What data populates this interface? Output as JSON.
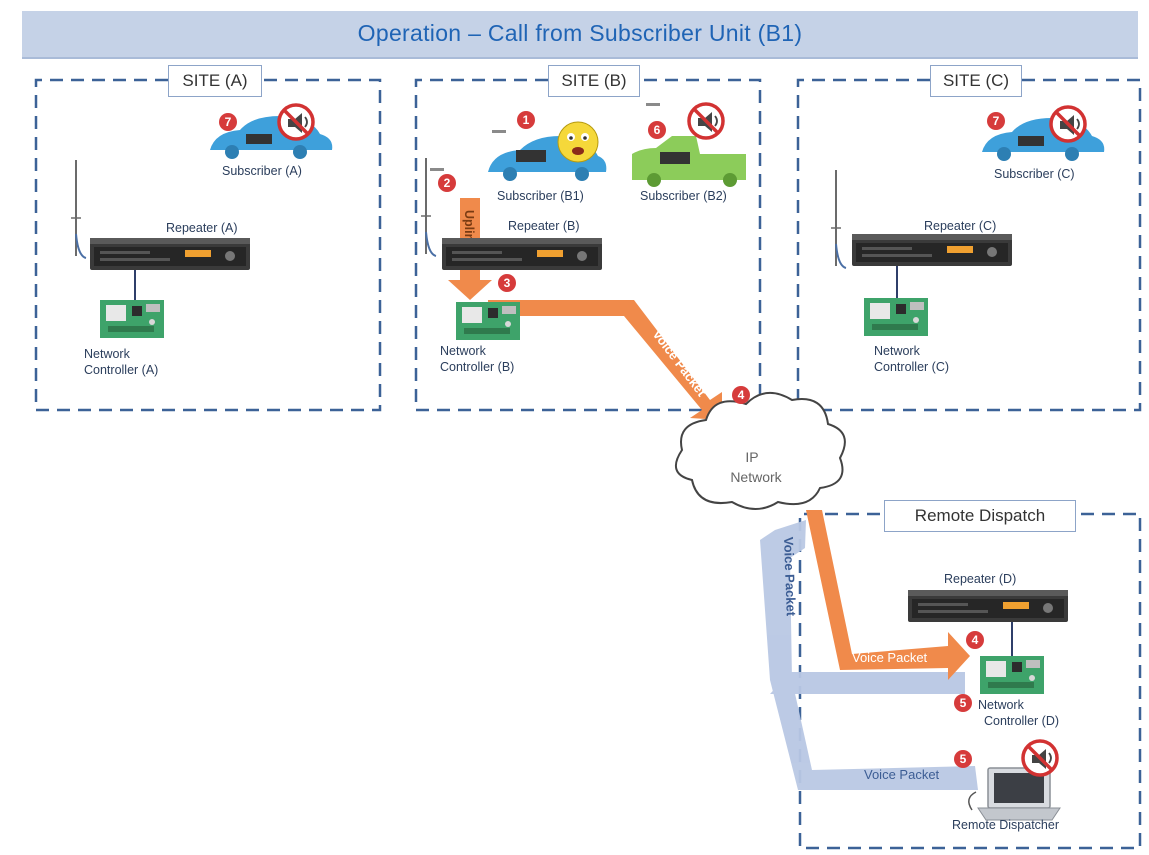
{
  "title": "Operation – Call from Subscriber Unit (B1)",
  "sites": {
    "a": {
      "label": "SITE (A)",
      "subscriber": "Subscriber (A)",
      "repeater": "Repeater (A)",
      "controller_line1": "Network",
      "controller_line2": "Controller (A)",
      "step": "7"
    },
    "b": {
      "label": "SITE (B)",
      "subscriber_b1": "Subscriber (B1)",
      "subscriber_b2": "Subscriber (B2)",
      "repeater": "Repeater (B)",
      "controller_line1": "Network",
      "controller_line2": "Controller (B)",
      "uplink": "Uplink",
      "voice_packet": "Voice Packet",
      "steps": [
        "1",
        "2",
        "3",
        "6"
      ]
    },
    "c": {
      "label": "SITE (C)",
      "subscriber": "Subscriber (C)",
      "repeater": "Repeater (C)",
      "controller_line1": "Network",
      "controller_line2": "Controller (C)",
      "step": "7"
    }
  },
  "network": {
    "line1": "IP",
    "line2": "Network",
    "step": "4"
  },
  "remote": {
    "label": "Remote Dispatch",
    "repeater": "Repeater (D)",
    "controller_line1": "Network",
    "controller_line2": "Controller (D)",
    "dispatcher": "Remote Dispatcher",
    "voice_packet_down": "Voice Packet",
    "voice_packet_up": "Voice Packet",
    "voice_packet_dispatcher": "Voice Packet",
    "steps": [
      "4",
      "5",
      "5"
    ]
  },
  "colors": {
    "accent_blue": "#1f64b5",
    "title_bg": "#c5d2e7",
    "dash_border": "#3c6297",
    "orange_arrow": "#f08a4b",
    "blue_arrow": "#b9c8e4",
    "step_red": "#d63b3b",
    "car_blue": "#3ea0db",
    "car_green": "#8ccc5a"
  }
}
